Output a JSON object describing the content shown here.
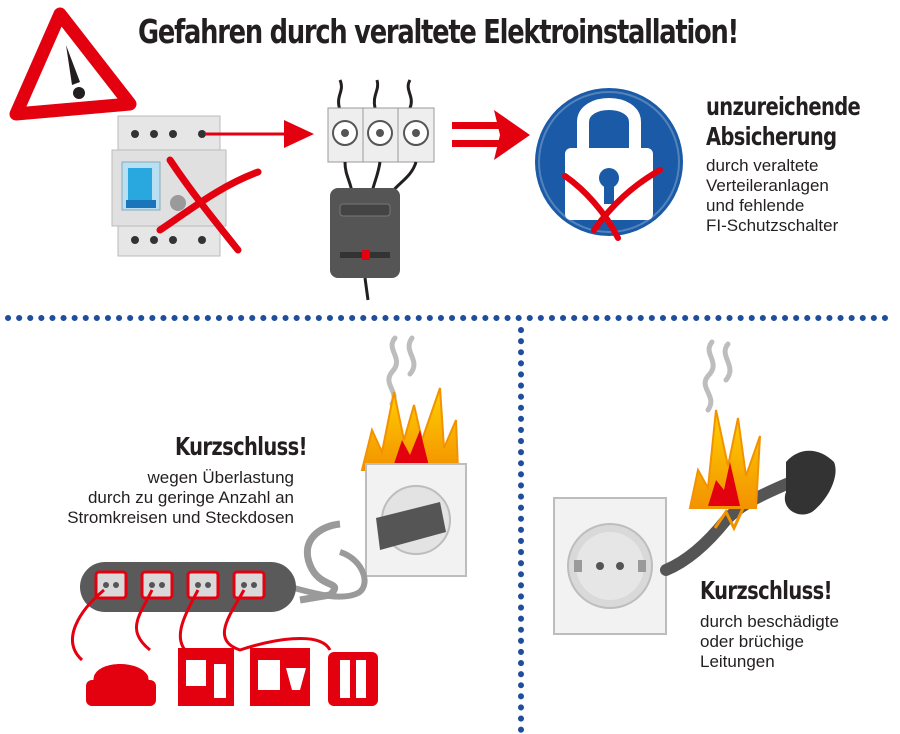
{
  "title": "Gefahren durch veraltete Elektroinstallation!",
  "panel_top": {
    "heading_line1": "unzureichende",
    "heading_line2": "Absicherung",
    "text_lines": [
      "durch veraltete",
      "Verteileranlagen",
      "und fehlende",
      "FI-Schutzschalter"
    ]
  },
  "panel_left": {
    "heading": "Kurzschluss!",
    "text_lines": [
      "wegen Überlastung",
      "durch zu geringe Anzahl an",
      "Stromkreisen und Steckdosen"
    ]
  },
  "panel_right": {
    "heading": "Kurzschluss!",
    "text_lines": [
      "durch beschädigte",
      "oder brüchige",
      "Leitungen"
    ]
  },
  "colors": {
    "red": "#e3000f",
    "blue": "#1a5aa6",
    "dots": "#1f4e9c",
    "grey": "#5a5a5a"
  },
  "icons": [
    "warning-icon",
    "fi-switch-icon",
    "fuse-block-icon",
    "meter-box-icon",
    "padlock-icon",
    "fire-icon",
    "power-strip-icon",
    "socket-icon",
    "appliance-icons"
  ]
}
